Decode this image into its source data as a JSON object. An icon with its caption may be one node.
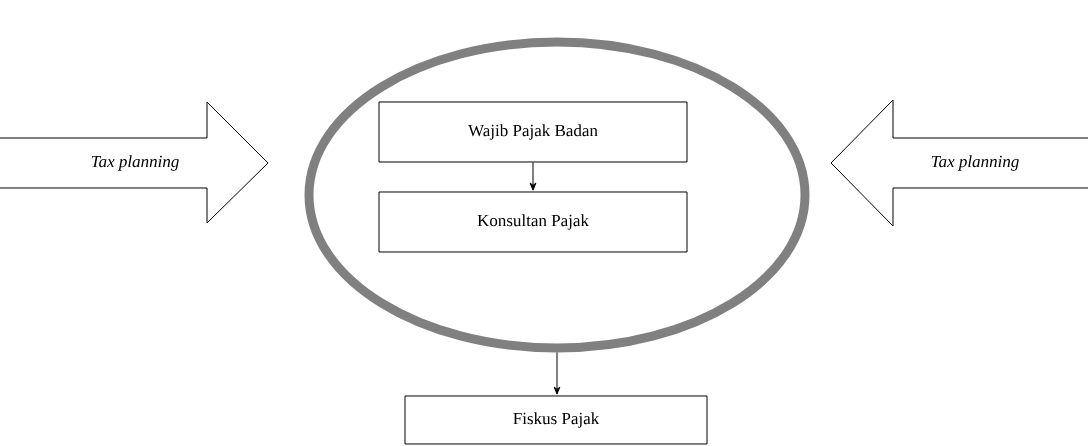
{
  "diagram": {
    "nodes": [
      {
        "text": [],
        "shape": "ellipse"
      },
      {
        "text": [
          "Wajib Pajak Badan"
        ],
        "in": 0
      },
      {
        "text": [
          "Konsultan Pajak"
        ],
        "in": 0
      },
      {
        "text": [
          "Tax planning"
        ]
      },
      {
        "text": [
          "Tax planning"
        ]
      },
      {
        "text": [
          "Fiskus Pajak"
        ]
      }
    ],
    "edges": [
      {
        "from": 1,
        "to": 2,
        "arrow": "to"
      },
      {
        "from": 0,
        "to": 5,
        "arrow": "to"
      }
    ]
  }
}
